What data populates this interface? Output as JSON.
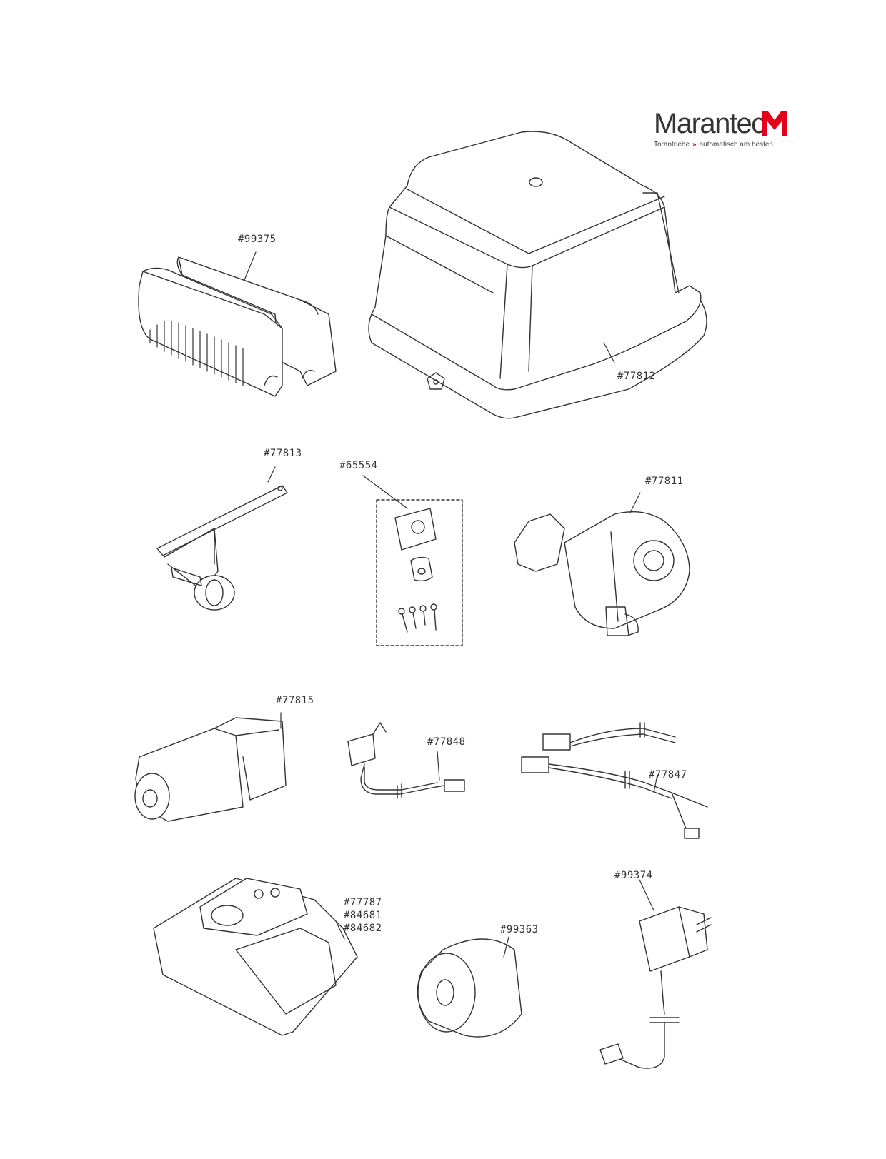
{
  "brand": {
    "name": "Marantec",
    "tagline_left": "Torantriebe",
    "tagline_sep": "»",
    "tagline_right": "automatisch am besten",
    "color": "#e2001a"
  },
  "parts": {
    "p99375": "#99375",
    "p77812": "#77812",
    "p77813": "#77813",
    "p65554": "#65554",
    "p77811": "#77811",
    "p77815": "#77815",
    "p77848": "#77848",
    "p77847": "#77847",
    "p99374": "#99374",
    "p99363": "#99363",
    "controller_numbers": [
      "#77787",
      "#84681",
      "#84682"
    ]
  }
}
